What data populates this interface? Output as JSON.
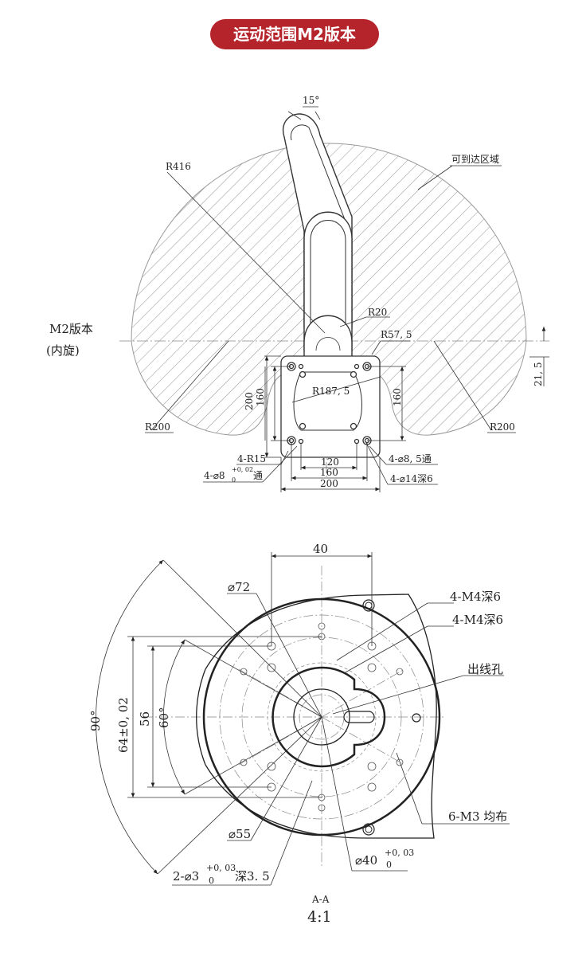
{
  "title": "运动范围M2版本",
  "top_view": {
    "angle": "15°",
    "reach_label": "可到达区域",
    "r416": "R416",
    "r20": "R20",
    "r57": "R57, 5",
    "r187": "R187, 5",
    "r200_left": "R200",
    "r200_right": "R200",
    "version_line1": "M2版本",
    "version_line2": "(内旋)",
    "dim_21": "21, 5",
    "dim_200_v": "200",
    "dim_160_v_left": "160",
    "dim_160_v_right": "160",
    "dim_120": "120",
    "dim_160_h": "160",
    "dim_200_h": "200",
    "r15": "4-R15",
    "hole8_prefix": "4-⌀8",
    "hole8_tol_upper": "+0, 02",
    "hole8_tol_lower": "0",
    "hole8_suffix": "通",
    "hole85": "4-⌀8, 5通",
    "hole14": "4-⌀14深6"
  },
  "section_view": {
    "dim_40": "40",
    "d72": "⌀72",
    "m4_a": "4-M4深6",
    "m4_b": "4-M4深6",
    "outlet": "出线孔",
    "angle_90": "90°",
    "dim_64": "64±0, 02",
    "dim_56": "56",
    "angle_60": "60°",
    "m3": "6-M3 均布",
    "d55": "⌀55",
    "d40_prefix": "⌀40",
    "d40_tol_upper": "+0, 03",
    "d40_tol_lower": "0",
    "pin_prefix": "2-⌀3",
    "pin_tol_upper": "+0, 03",
    "pin_tol_lower": "0",
    "pin_suffix": "深3. 5",
    "section_name": "A-A",
    "scale": "4:1"
  }
}
